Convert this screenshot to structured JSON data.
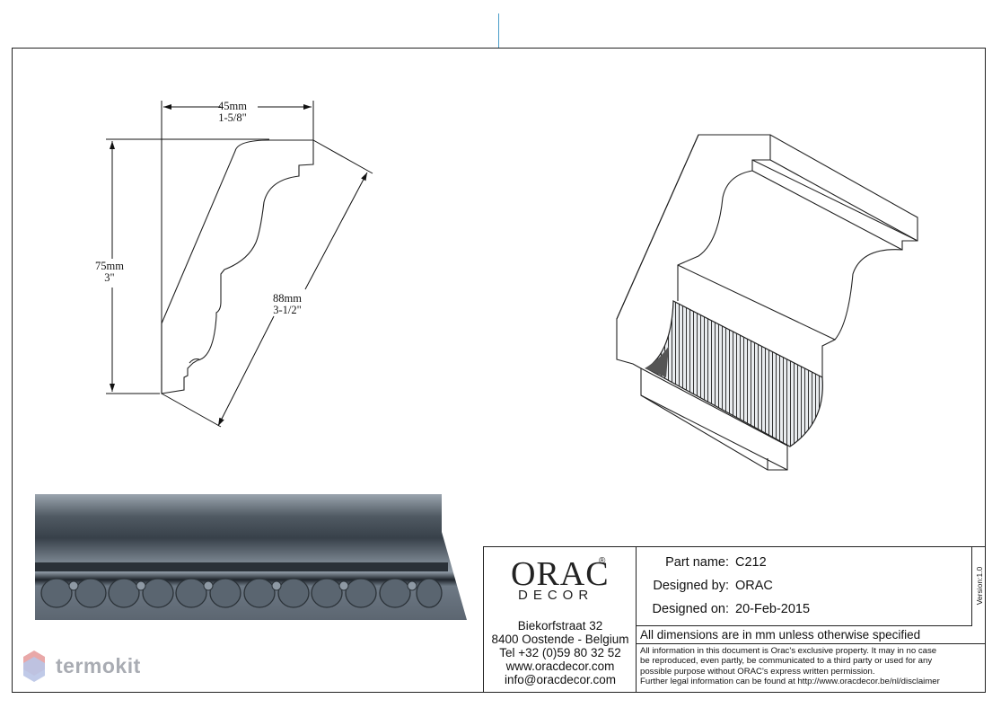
{
  "dimensions": {
    "width_mm": "45mm",
    "width_in": "1-5/8\"",
    "height_mm": "75mm",
    "height_in": "3\"",
    "projection_mm": "88mm",
    "projection_in": "3-1/2\""
  },
  "brand": {
    "logo_word": "ORAC",
    "logo_sub": "DECOR",
    "logo_mark": "®"
  },
  "address": {
    "line1": "Biekorfstraat 32",
    "line2": "8400 Oostende - Belgium",
    "phone": "Tel  +32 (0)59 80 32 52",
    "web": "www.oracdecor.com",
    "email": "info@oracdecor.com"
  },
  "fields": {
    "part_name_label": "Part name:",
    "part_name": "C212",
    "designed_by_label": "Designed by:",
    "designed_by": "ORAC",
    "designed_on_label": "Designed on:",
    "designed_on": "20-Feb-2015",
    "version": "Version:1.0"
  },
  "notes": {
    "dimensions_note": "All dimensions are in mm unless otherwise specified",
    "legal_1": "All information in this document is Orac's exclusive property.  It may in no case",
    "legal_2": "be reproduced, even partly, be communicated to a third party or used for any",
    "legal_3": "possible purpose without ORAC's express written permission.",
    "legal_4": "Further legal information can be found at http://www.oracdecor.be/nl/disclaimer"
  },
  "watermark": {
    "text": "termokit"
  },
  "colors": {
    "accent_line": "#4a9cc8",
    "render_base": "#6f7a85",
    "watermark": "#a9acb3"
  }
}
